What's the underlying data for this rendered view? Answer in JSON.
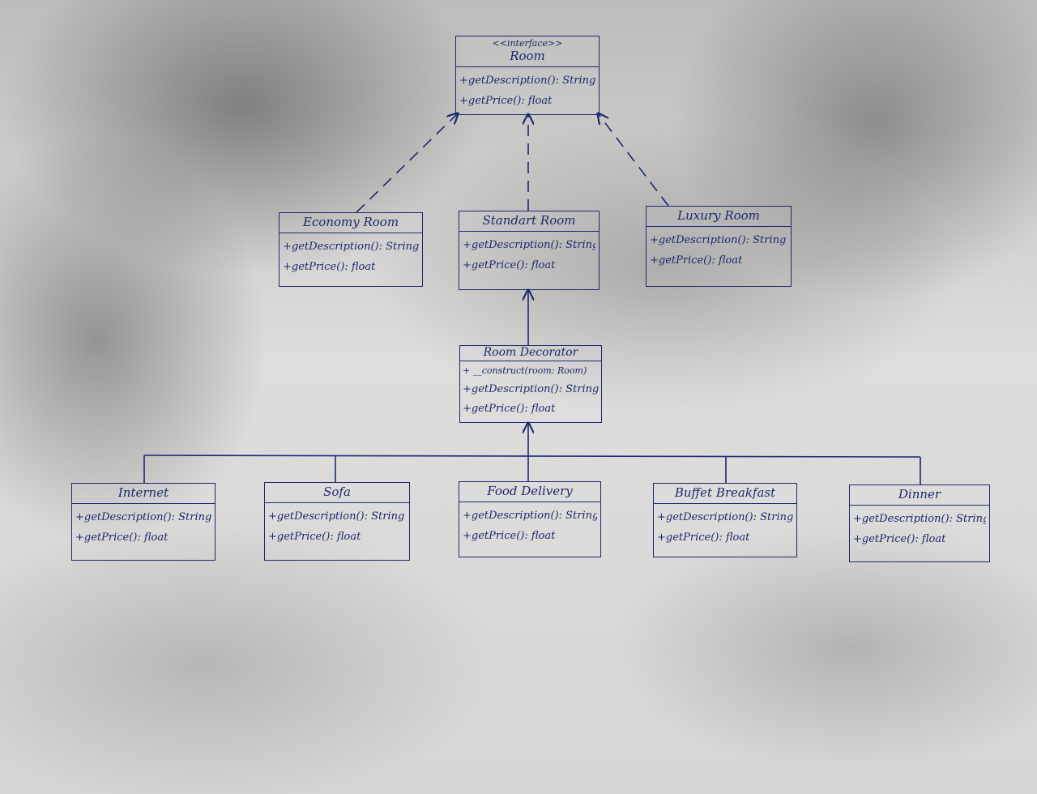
{
  "diagram": {
    "room": {
      "stereotype": "<<interface>>",
      "name": "Room",
      "ops": [
        "+getDescription(): String",
        "+getPrice(): float"
      ]
    },
    "economy_room": {
      "name": "Economy Room",
      "ops": [
        "+getDescription(): String",
        "+getPrice(): float"
      ]
    },
    "standart_room": {
      "name": "Standart Room",
      "ops": [
        "+getDescription(): String",
        "+getPrice(): float"
      ]
    },
    "luxury_room": {
      "name": "Luxury Room",
      "ops": [
        "+getDescription(): String",
        "+getPrice(): float"
      ]
    },
    "room_decorator": {
      "name": "Room Decorator",
      "ops": [
        "+ __construct(room: Room)",
        "+getDescription(): String",
        "+getPrice(): float"
      ]
    },
    "internet": {
      "name": "Internet",
      "ops": [
        "+getDescription(): String",
        "+getPrice(): float"
      ]
    },
    "sofa": {
      "name": "Sofa",
      "ops": [
        "+getDescription(): String",
        "+getPrice(): float"
      ]
    },
    "food_delivery": {
      "name": "Food Delivery",
      "ops": [
        "+getDescription(): String",
        "+getPrice(): float"
      ]
    },
    "buffet_breakfast": {
      "name": "Buffet Breakfast",
      "ops": [
        "+getDescription(): String",
        "+getPrice(): float"
      ]
    },
    "dinner": {
      "name": "Dinner",
      "ops": [
        "+getDescription(): String",
        "+getPrice(): float"
      ]
    }
  },
  "colors": {
    "ink": "#1d2870"
  }
}
